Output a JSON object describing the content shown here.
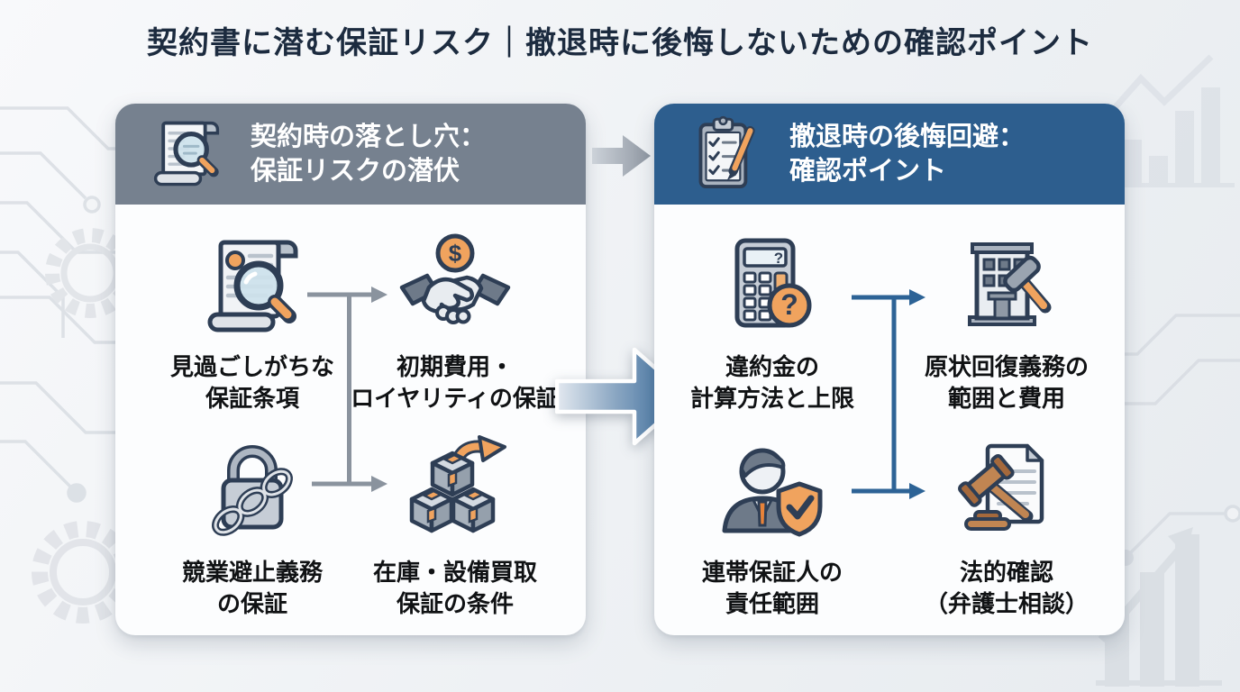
{
  "title": "契約書に潜む保証リスク｜撤退時に後悔しないための確認ポイント",
  "left_panel": {
    "header_icon": "scroll-magnifier-icon",
    "header_line1": "契約時の落とし穴：",
    "header_line2": "保証リスクの潜伏",
    "items": [
      {
        "icon": "document-magnifier-icon",
        "label_line1": "見過ごしがちな",
        "label_line2": "保証条項"
      },
      {
        "icon": "handshake-dollar-icon",
        "label_line1": "初期費用・",
        "label_line2": "ロイヤリティの保証"
      },
      {
        "icon": "lock-chain-icon",
        "label_line1": "競業避止義務",
        "label_line2": "の保証"
      },
      {
        "icon": "boxes-buyback-icon",
        "label_line1": "在庫・設備買取",
        "label_line2": "保証の条件"
      }
    ]
  },
  "right_panel": {
    "header_icon": "clipboard-pencil-icon",
    "header_line1": "撤退時の後悔回避：",
    "header_line2": "確認ポイント",
    "items": [
      {
        "icon": "calculator-question-icon",
        "label_line1": "違約金の",
        "label_line2": "計算方法と上限"
      },
      {
        "icon": "building-hammer-icon",
        "label_line1": "原状回復義務の",
        "label_line2": "範囲と費用"
      },
      {
        "icon": "person-shield-icon",
        "label_line1": "連帯保証人の",
        "label_line2": "責任範囲"
      },
      {
        "icon": "gavel-document-icon",
        "label_line1": "法的確認",
        "label_line2": "（弁護士相談）"
      }
    ]
  },
  "glyphs": {
    "dollar": "$",
    "question_small": "?",
    "question_big": "?"
  },
  "colors": {
    "title_text": "#1c2b3f",
    "left_header_bg": "#76818f",
    "right_header_bg": "#2d5e8e",
    "panel_bg": "#fcfdfe",
    "label_text": "#101214",
    "connector_gray": "#8a939e",
    "connector_blue": "#2d6396",
    "accent_orange": "#f0a35e",
    "outline_navy": "#2e3e55",
    "big_arrow_blue": "#2d6396",
    "background": "#eef1f4"
  }
}
